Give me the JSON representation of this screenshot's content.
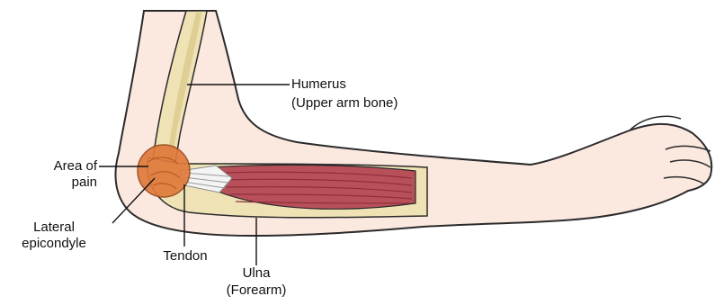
{
  "labels": {
    "humerus": "Humerus",
    "humerus_desc": "(Upper arm bone)",
    "pain_line1": "Area of",
    "pain_line2": "pain",
    "lateral_line1": "Lateral",
    "lateral_line2": "epicondyle",
    "tendon": "Tendon",
    "ulna": "Ulna",
    "ulna_desc": "(Forearm)"
  },
  "colors": {
    "skin": "#fbe8df",
    "outline": "#2b2b2b",
    "bone": "#efe3b6",
    "bone_shade": "#e0cf94",
    "muscle": "#b8505a",
    "muscle_stripe": "#8e2f3c",
    "pain": "#e07a3c",
    "tendon": "#f4f4f4",
    "leader": "#111111"
  }
}
